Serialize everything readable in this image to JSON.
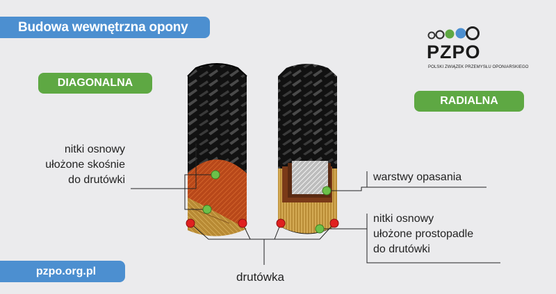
{
  "title": "Budowa wewnętrzna opony",
  "website": "pzpo.org.pl",
  "logo": {
    "brand": "PZPO",
    "subtitle": "POLSKI ZWIĄZEK PRZEMYSŁU OPONIARSKIEGO"
  },
  "types": {
    "diagonal": "DIAGONALNA",
    "radial": "RADIALNA"
  },
  "labels": {
    "diagonal_threads": [
      "nitki osnowy",
      "ułożone skośnie",
      "do drutówki"
    ],
    "belts": "warstwy opasania",
    "radial_threads": [
      "nitki osnowy",
      "ułożone prostopadle",
      "do drutówki"
    ],
    "bead": "drutówka"
  },
  "colors": {
    "accent_blue": "#4c8fd0",
    "accent_green": "#5ea843",
    "marker_green": "#6cc04a",
    "marker_red": "#e02020",
    "ply_orange": "#c0501c",
    "ply_tan": "#caa04a",
    "belt_gray": "#cfcfcf",
    "tire_black": "#1c1c1c"
  },
  "icons": [
    "logo-circles-icon"
  ]
}
